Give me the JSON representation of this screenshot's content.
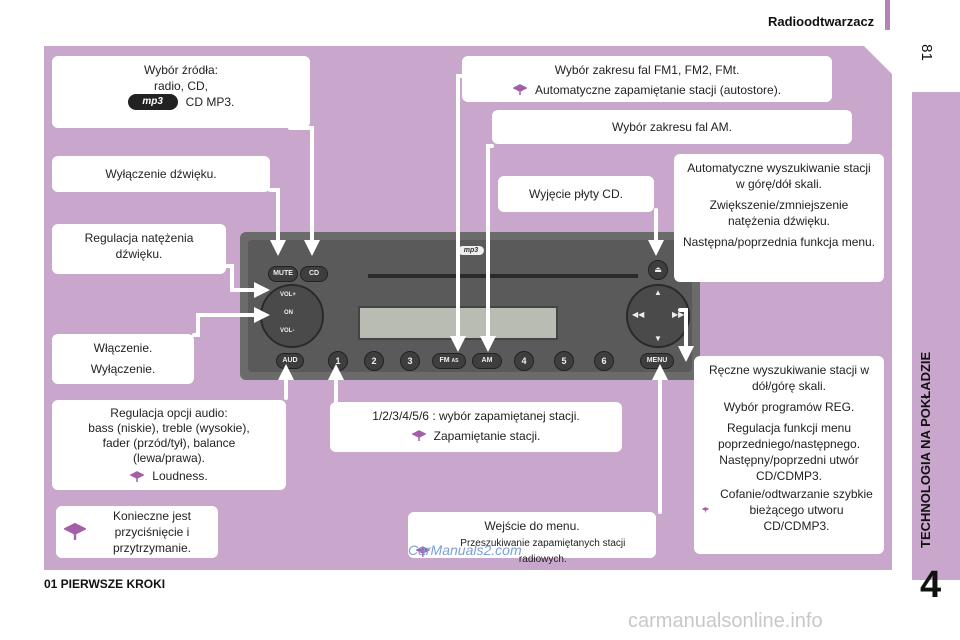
{
  "header": {
    "title": "Radioodtwarzacz",
    "page_number": "81"
  },
  "sidebar": {
    "section": "TECHNOLOGIA NA POKŁADZIE",
    "chapter": "4"
  },
  "footer": {
    "chapter_title": "01 PIERWSZE KROKI",
    "watermark": "carmanualsonline.info",
    "site_mark": "CarManuals2.com"
  },
  "boxes": {
    "source": {
      "line1": "Wybór źródła:",
      "line2": "radio, CD,",
      "line3": "CD MP3.",
      "badge": "mp3"
    },
    "fm": {
      "line1": "Wybór zakresu fal FM1, FM2, FMt.",
      "line2": "Automatyczne zapamiętanie stacji (autostore)."
    },
    "am": {
      "line1": "Wybór zakresu fal AM."
    },
    "mute": {
      "line1": "Wyłączenie dźwięku."
    },
    "eject": {
      "line1": "Wyjęcie płyty CD."
    },
    "search_up": {
      "p1": "Automatyczne wyszukiwanie stacji w górę/dół skali.",
      "p2": "Zwiększenie/zmniejszenie natężenia dźwięku.",
      "p3": "Następna/poprzednia funkcja menu."
    },
    "volume": {
      "line1": "Regulacja natężenia dźwięku."
    },
    "power": {
      "line1": "Włączenie.",
      "line2": "Wyłączenie."
    },
    "audio": {
      "line1": "Regulacja opcji audio:",
      "line2": "bass (niskie), treble (wysokie),",
      "line3": "fader (przód/tył), balance",
      "line4": "(lewa/prawa).",
      "line5": "Loudness."
    },
    "presets": {
      "line1": "1/2/3/4/5/6 : wybór zapamiętanej stacji.",
      "line2": "Zapamiętanie stacji."
    },
    "manual": {
      "p1": "Ręczne wyszukiwanie stacji w dół/górę skali.",
      "p2": "Wybór programów REG.",
      "p3": "Regulacja funkcji menu poprzedniego/następnego. Następny/poprzedni utwór CD/CDMP3.",
      "p4": "Cofanie/odtwarzanie szybkie bieżącego utworu CD/CDMP3."
    },
    "menu": {
      "line1": "Wejście do menu.",
      "line2": "Przeszukiwanie zapamiętanych stacji radiowych."
    },
    "legend": {
      "text": "Konieczne jest przyciśnięcie i przytrzymanie."
    }
  },
  "radio": {
    "mute": "MUTE",
    "cd": "CD",
    "vol_up": "VOL+",
    "on": "ON",
    "vol_down": "VOL-",
    "aud": "AUD",
    "fm": "FM",
    "fm_sub": "AS",
    "am": "AM",
    "menu": "MENU",
    "presets": [
      "1",
      "2",
      "3",
      "4",
      "5",
      "6"
    ],
    "badge": "mp3"
  },
  "colors": {
    "panel": "#c9a7cc",
    "accent": "#b583b8",
    "icon": "#a35fa8"
  }
}
